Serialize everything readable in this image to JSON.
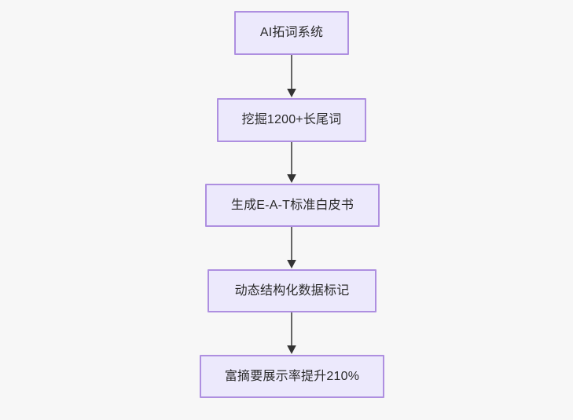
{
  "diagram": {
    "type": "flowchart",
    "orientation": "top-to-bottom",
    "background_color": "#f7f7f7",
    "node_fill_color": "#ece9fc",
    "node_border_color": "#ae8fe0",
    "text_color": "#2b2b2b",
    "connector_color": "#666666",
    "arrowhead_color": "#333333",
    "nodes": [
      {
        "id": "n1",
        "label": "AI拓词系统"
      },
      {
        "id": "n2",
        "label": "挖掘1200+长尾词"
      },
      {
        "id": "n3",
        "label": "生成E-A-T标准白皮书"
      },
      {
        "id": "n4",
        "label": "动态结构化数据标记"
      },
      {
        "id": "n5",
        "label": "富摘要展示率提升210%"
      }
    ],
    "edges": [
      {
        "from": "n1",
        "to": "n2",
        "label": ""
      },
      {
        "from": "n2",
        "to": "n3",
        "label": ""
      },
      {
        "from": "n3",
        "to": "n4",
        "label": ""
      },
      {
        "from": "n4",
        "to": "n5",
        "label": ""
      }
    ]
  }
}
